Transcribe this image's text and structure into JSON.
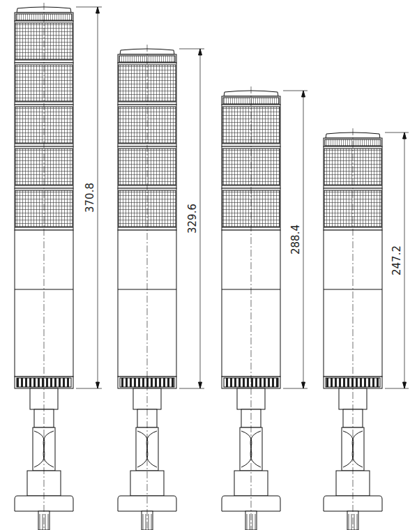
{
  "diagram": {
    "labels": [
      "370.8",
      "329.6",
      "288.4",
      "247.2"
    ]
  }
}
